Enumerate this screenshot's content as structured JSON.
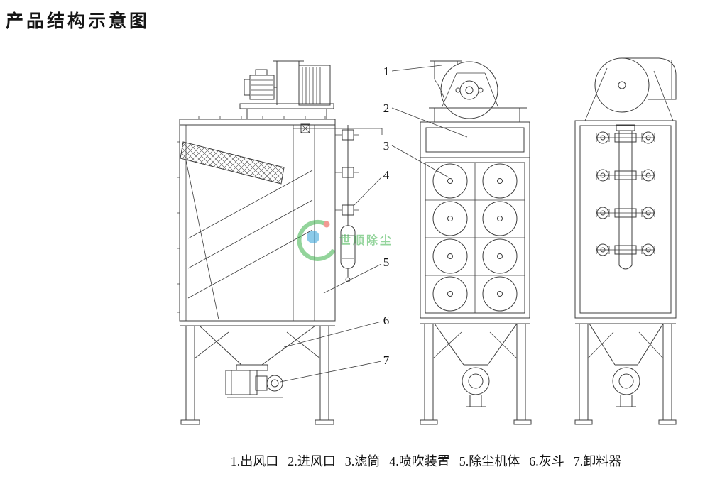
{
  "page": {
    "title": "产品结构示意图"
  },
  "watermark": {
    "text": "世顺除尘",
    "green": "#3bb24a",
    "blue": "#2e9fd8",
    "red": "#e8483b"
  },
  "callouts": [
    {
      "num": "1",
      "label": "出风口"
    },
    {
      "num": "2",
      "label": "进风口"
    },
    {
      "num": "3",
      "label": "滤筒"
    },
    {
      "num": "4",
      "label": "喷吹装置"
    },
    {
      "num": "5",
      "label": "除尘机体"
    },
    {
      "num": "6",
      "label": "灰斗"
    },
    {
      "num": "7",
      "label": "卸料器"
    }
  ],
  "caption": {
    "items": [
      "1.出风口",
      "2.进风口",
      "3.滤筒",
      "4.喷吹装置",
      "5.除尘机体",
      "6.灰斗",
      "7.卸料器"
    ]
  }
}
